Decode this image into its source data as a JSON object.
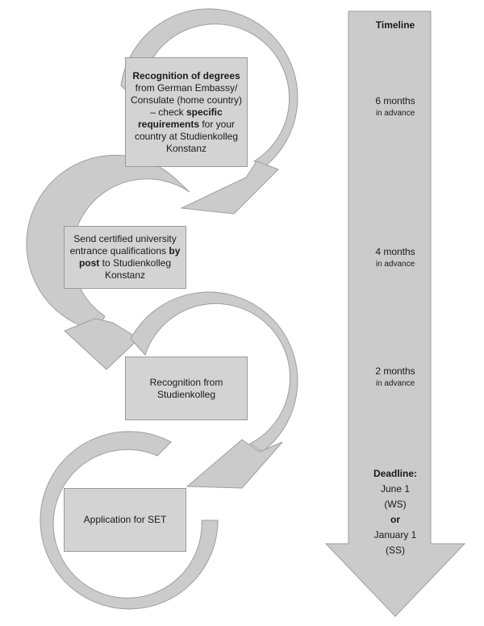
{
  "colors": {
    "arrow_fill": "#cbcbcb",
    "arrow_stroke": "#9e9e9e",
    "box_fill": "#d3d3d3",
    "box_stroke": "#9a9a9a"
  },
  "steps": [
    {
      "parts": [
        {
          "t": "Recognition of degrees",
          "b": true
        },
        {
          "t": " from German Embassy/ Consulate (home country)",
          "b": false
        },
        {
          "t": " – check ",
          "b": false
        },
        {
          "t": "specific requirements",
          "b": true
        },
        {
          "t": " for your country at Studienkolleg Konstanz",
          "b": false
        }
      ]
    },
    {
      "parts": [
        {
          "t": "Send certified university entrance qualifications ",
          "b": false
        },
        {
          "t": "by post",
          "b": true
        },
        {
          "t": " to Studienkolleg Konstanz",
          "b": false
        }
      ]
    },
    {
      "parts": [
        {
          "t": "Recognition  from Studienkolleg",
          "b": false
        }
      ]
    },
    {
      "parts": [
        {
          "t": "Application  for SET",
          "b": false
        }
      ]
    }
  ],
  "timeline": {
    "title": "Timeline",
    "items": [
      {
        "main": "6 months",
        "sub": "in advance"
      },
      {
        "main": "4 months",
        "sub": "in advance"
      },
      {
        "main": "2 months",
        "sub": "in advance"
      }
    ],
    "deadline": {
      "label": "Deadline:",
      "line1": "June 1",
      "line2": "(WS)",
      "or": "or",
      "line3": "January 1",
      "line4": "(SS)"
    }
  }
}
